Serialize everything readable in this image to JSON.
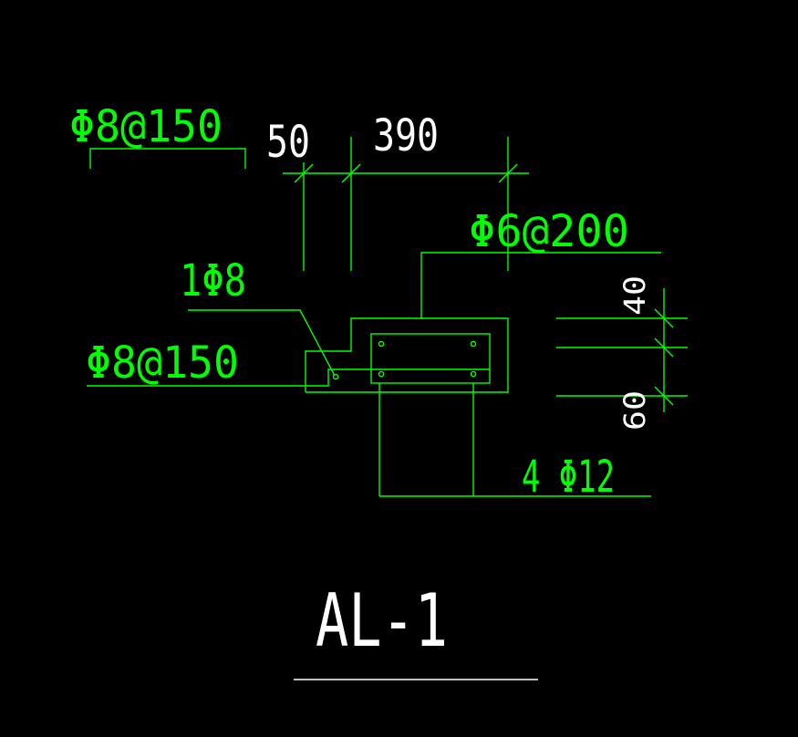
{
  "colors": {
    "background": "#000000",
    "green": "#00ff00",
    "white": "#ffffff"
  },
  "labels": {
    "top_left_callout": "Φ8@150",
    "dim_50": "50",
    "dim_390": "390",
    "stirrup_callout": "Φ6@200",
    "corner_bar": "1Φ8",
    "left_callout": "Φ8@150",
    "dim_40": "40",
    "dim_60": "60",
    "main_bars": "4 Φ12",
    "title": "AL-1"
  }
}
